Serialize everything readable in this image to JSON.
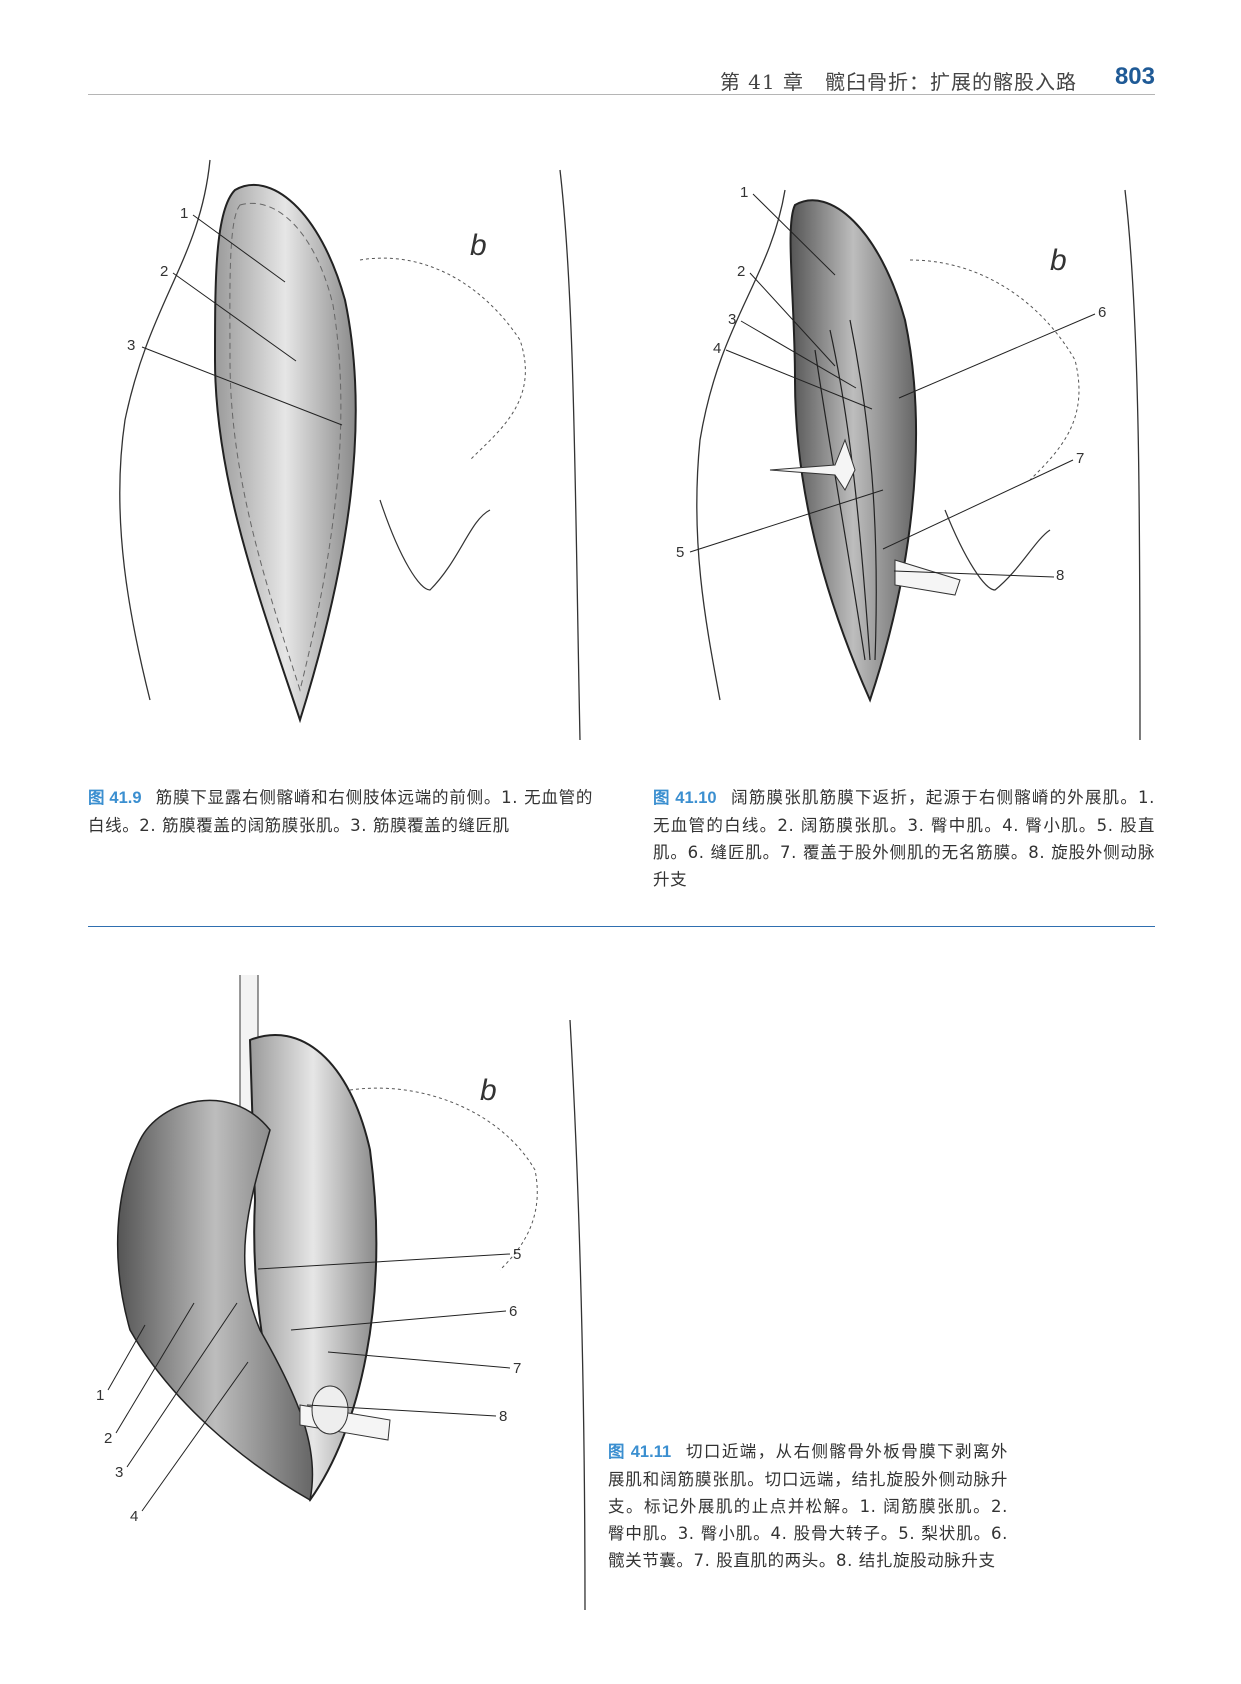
{
  "header": {
    "chapter_title": "第 41 章　髋臼骨折：扩展的髂股入路",
    "page_number": "803"
  },
  "figures": [
    {
      "label": "图 41.9",
      "caption": "筋膜下显露右侧髂嵴和右侧肢体远端的前侧。1. 无血管的白线。2. 筋膜覆盖的阔筋膜张肌。3. 筋膜覆盖的缝匠肌",
      "markers": [
        "1",
        "2",
        "3"
      ],
      "side_mark": "b"
    },
    {
      "label": "图 41.10",
      "caption": "阔筋膜张肌筋膜下返折，起源于右侧髂嵴的外展肌。1. 无血管的白线。2. 阔筋膜张肌。3. 臀中肌。4. 臀小肌。5. 股直肌。6. 缝匠肌。7. 覆盖于股外侧肌的无名筋膜。8. 旋股外侧动脉升支",
      "markers": [
        "1",
        "2",
        "3",
        "4",
        "5",
        "6",
        "7",
        "8"
      ],
      "side_mark": "b"
    },
    {
      "label": "图 41.11",
      "caption": "切口近端，从右侧髂骨外板骨膜下剥离外展肌和阔筋膜张肌。切口远端，结扎旋股外侧动脉升支。标记外展肌的止点并松解。1. 阔筋膜张肌。2. 臀中肌。3. 臀小肌。4. 股骨大转子。5. 梨状肌。6. 髋关节囊。7. 股直肌的两头。8. 结扎旋股动脉升支",
      "markers": [
        "1",
        "2",
        "3",
        "4",
        "5",
        "6",
        "7",
        "8"
      ],
      "side_mark": "b"
    }
  ],
  "colors": {
    "accent": "#3b8fd0",
    "page_number": "#1f5a96",
    "divider": "#2f6fb0"
  }
}
